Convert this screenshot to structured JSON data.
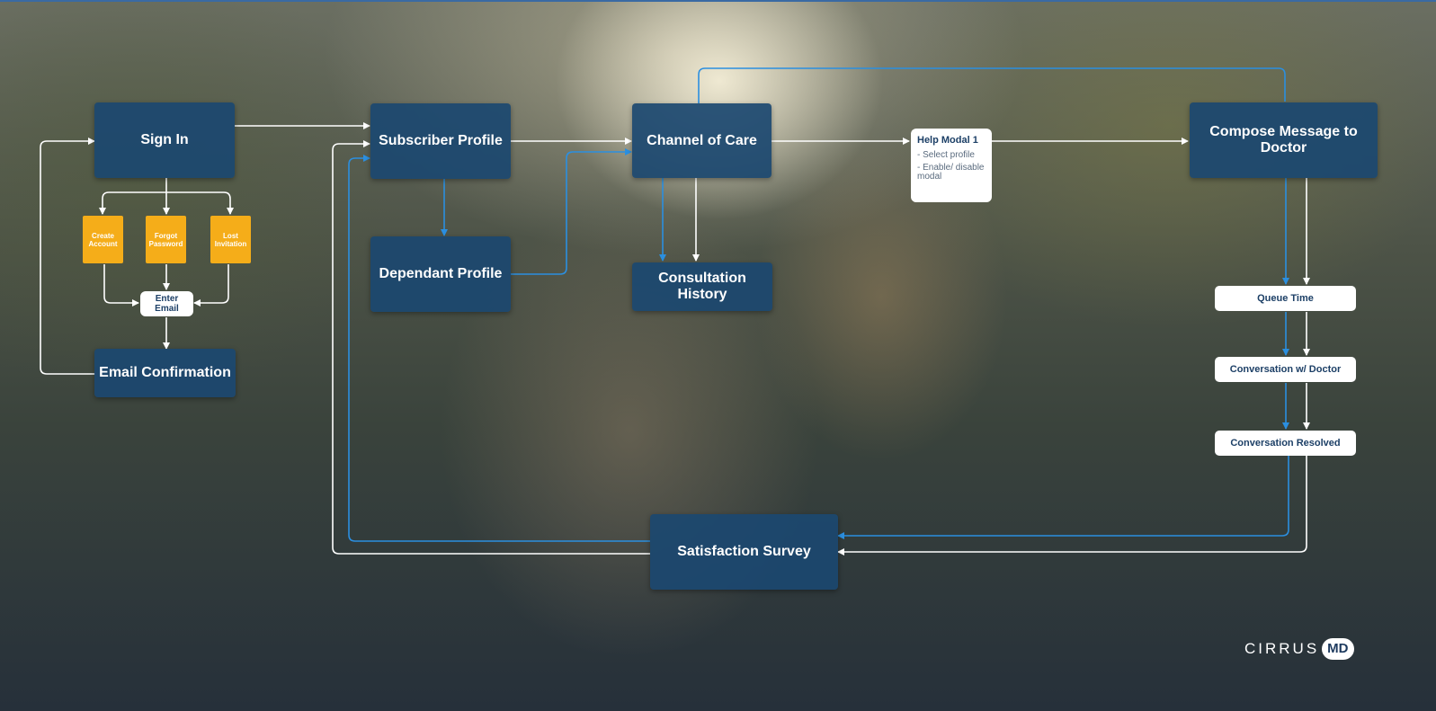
{
  "nodes": {
    "sign_in": "Sign In",
    "create_account": "Create Account",
    "forgot_password": "Forgot Password",
    "lost_invitation": "Lost Invitation",
    "enter_email": "Enter Email",
    "email_confirmation": "Email Confirmation",
    "subscriber_profile": "Subscriber Profile",
    "dependant_profile": "Dependant Profile",
    "channel_of_care": "Channel of Care",
    "consultation_history": "Consultation History",
    "help_modal": {
      "title": "Help Modal 1",
      "items": [
        "- Select profile",
        "- Enable/ disable modal"
      ]
    },
    "compose_message": "Compose Message to Doctor",
    "queue_time": "Queue Time",
    "conversation_doctor": "Conversation w/ Doctor",
    "conversation_resolved": "Conversation Resolved",
    "satisfaction_survey": "Satisfaction Survey"
  },
  "logo": {
    "text": "CIRRUS",
    "badge": "MD"
  },
  "colors": {
    "box": "#1b4870",
    "yellow": "#f5ad19",
    "arrow_white": "#ffffff",
    "arrow_blue": "#2b8fe0",
    "text_dark": "#1c3f66"
  }
}
